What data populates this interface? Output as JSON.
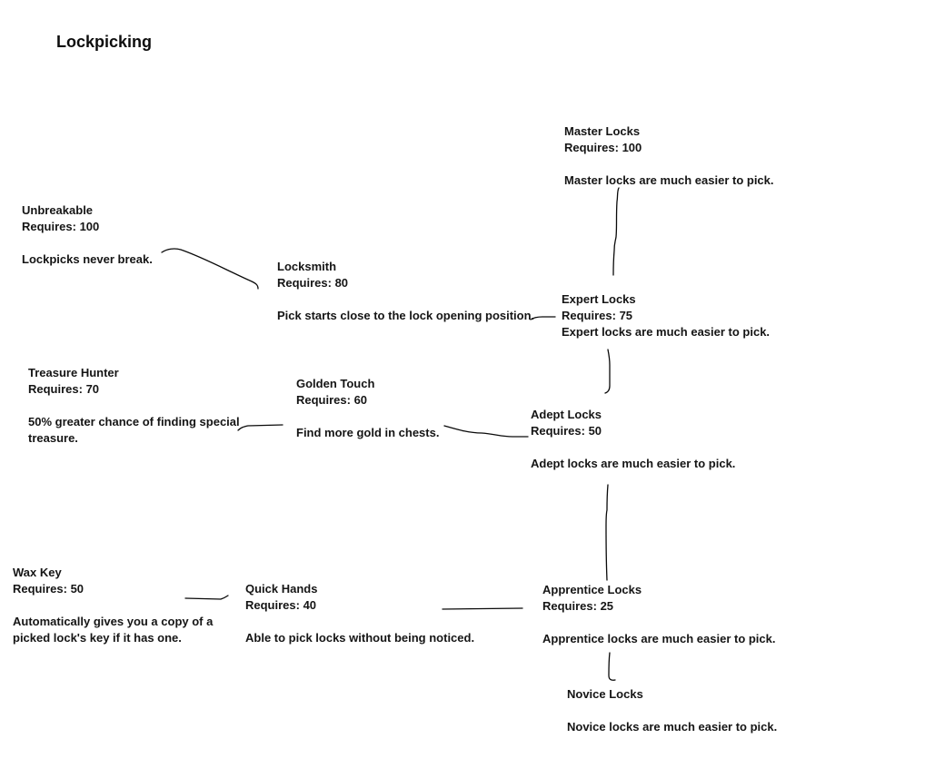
{
  "page": {
    "title": "Lockpicking",
    "background_color": "#ffffff",
    "ink_color": "#0a0a0a"
  },
  "perks": [
    {
      "id": "master-locks",
      "name": "Master Locks",
      "requires": "Requires: 100",
      "desc": "Master locks are much easier to pick."
    },
    {
      "id": "unbreakable",
      "name": "Unbreakable",
      "requires": "Requires: 100",
      "desc": "Lockpicks never break."
    },
    {
      "id": "locksmith",
      "name": "Locksmith",
      "requires": "Requires: 80",
      "desc": "Pick starts close to the lock opening position."
    },
    {
      "id": "expert-locks",
      "name": "Expert Locks",
      "requires": "Requires: 75",
      "desc": "Expert locks are much easier to pick."
    },
    {
      "id": "treasure-hunter",
      "name": "Treasure Hunter",
      "requires": "Requires: 70",
      "desc": "50% greater chance of finding special treasure."
    },
    {
      "id": "golden-touch",
      "name": "Golden Touch",
      "requires": "Requires: 60",
      "desc": "Find more gold in chests."
    },
    {
      "id": "adept-locks",
      "name": "Adept Locks",
      "requires": "Requires: 50",
      "desc": "Adept locks are much easier to pick."
    },
    {
      "id": "wax-key",
      "name": "Wax Key",
      "requires": "Requires: 50",
      "desc": "Automatically gives you a copy of a picked lock's key if it has one."
    },
    {
      "id": "quick-hands",
      "name": "Quick Hands",
      "requires": "Requires: 40",
      "desc": "Able to pick locks without being noticed."
    },
    {
      "id": "apprentice-locks",
      "name": "Apprentice Locks",
      "requires": "Requires: 25",
      "desc": "Apprentice locks are much easier to pick."
    },
    {
      "id": "novice-locks",
      "name": "Novice Locks",
      "requires": "",
      "desc": "Novice locks are much easier to pick."
    }
  ],
  "connections": [
    {
      "from": "unbreakable",
      "to": "locksmith"
    },
    {
      "from": "master-locks",
      "to": "expert-locks"
    },
    {
      "from": "locksmith",
      "to": "expert-locks"
    },
    {
      "from": "expert-locks",
      "to": "adept-locks"
    },
    {
      "from": "treasure-hunter",
      "to": "golden-touch"
    },
    {
      "from": "golden-touch",
      "to": "adept-locks"
    },
    {
      "from": "adept-locks",
      "to": "apprentice-locks"
    },
    {
      "from": "wax-key",
      "to": "quick-hands"
    },
    {
      "from": "quick-hands",
      "to": "apprentice-locks"
    },
    {
      "from": "apprentice-locks",
      "to": "novice-locks"
    }
  ]
}
